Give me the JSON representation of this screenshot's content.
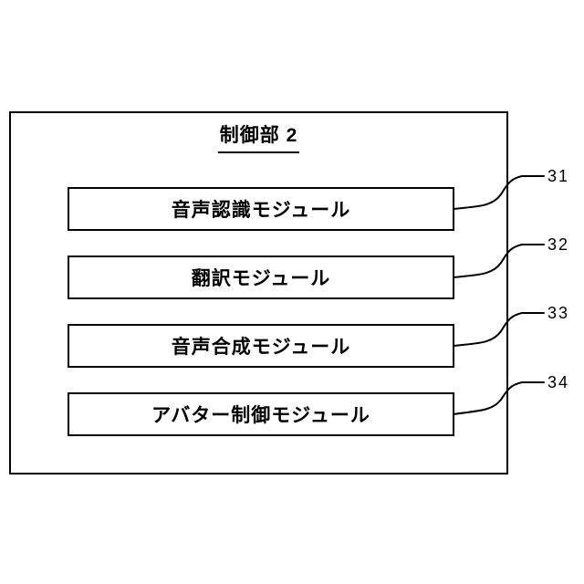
{
  "diagram": {
    "title": "制御部 2",
    "modules": [
      {
        "label": "音声認識モジュール",
        "ref": "31"
      },
      {
        "label": "翻訳モジュール",
        "ref": "32"
      },
      {
        "label": "音声合成モジュール",
        "ref": "33"
      },
      {
        "label": "アバター制御モジュール",
        "ref": "34"
      }
    ],
    "colors": {
      "line": "#000000",
      "background": "#ffffff",
      "box_fill": "#ffffff"
    }
  }
}
